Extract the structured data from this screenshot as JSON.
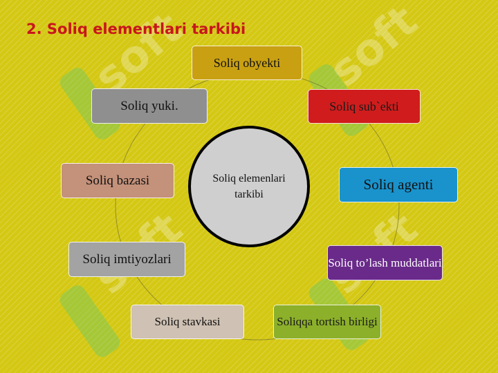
{
  "title": "2. Soliq elementlari tarkibi",
  "center": "Soliq elemenlari tarkibi",
  "elements": [
    {
      "label": "Soliq obyekti",
      "color": "#c9a012",
      "text_color": "#111111"
    },
    {
      "label": "Soliq sub`ekti",
      "color": "#d01c1c",
      "text_color": "#1a1a1a"
    },
    {
      "label": "Soliq agenti",
      "color": "#1a93cc",
      "text_color": "#111111"
    },
    {
      "label": "Soliq to’lash muddatlari",
      "color": "#6a2a8a",
      "text_color": "#ffffff"
    },
    {
      "label": "Soliqqa tortish birligi",
      "color": "#8cb02a",
      "text_color": "#1a1a1a"
    },
    {
      "label": "Soliq stavkasi",
      "color": "#cfc1b3",
      "text_color": "#111111"
    },
    {
      "label": "Soliq imtiyozlari",
      "color": "#a3a3a3",
      "text_color": "#111111"
    },
    {
      "label": "Soliq bazasi",
      "color": "#c4917a",
      "text_color": "#111111"
    },
    {
      "label": "Soliq yuki.",
      "color": "#8f8f8f",
      "text_color": "#111111"
    }
  ],
  "background_color": "#d4c814",
  "title_color": "#c8161d"
}
